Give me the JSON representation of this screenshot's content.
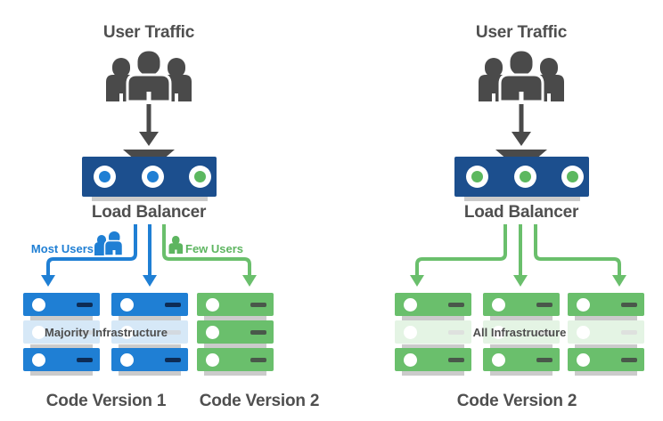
{
  "colors": {
    "text_dark": "#4f4f4f",
    "icon_gray": "#4a4a4a",
    "load_balancer_navy": "#1c4f8e",
    "blue": "#1f7fd4",
    "blue_dash": "#0d2c55",
    "green": "#6abf6c",
    "green_dash": "#49584a",
    "shadow_gray": "#cbcbcb",
    "overlay_white": "rgba(255,255,255,0.82)"
  },
  "left_diagram": {
    "user_traffic_label": "User Traffic",
    "load_balancer_label": "Load Balancer",
    "lb_ports": [
      "blue",
      "blue",
      "green"
    ],
    "most_users_label": "Most Users",
    "few_users_label": "Few Users",
    "overlay_label": "Majority Infrastructure",
    "stacks": [
      {
        "color": "blue",
        "servers": 3
      },
      {
        "color": "blue",
        "servers": 3
      },
      {
        "color": "green",
        "servers": 3
      }
    ],
    "code_version_1_label": "Code Version 1",
    "code_version_2_label": "Code Version 2"
  },
  "right_diagram": {
    "user_traffic_label": "User Traffic",
    "load_balancer_label": "Load Balancer",
    "lb_ports": [
      "green",
      "green",
      "green"
    ],
    "overlay_label": "All Infrastructure",
    "stacks": [
      {
        "color": "green",
        "servers": 3
      },
      {
        "color": "green",
        "servers": 3
      },
      {
        "color": "green",
        "servers": 3
      }
    ],
    "code_version_label": "Code Version 2"
  }
}
